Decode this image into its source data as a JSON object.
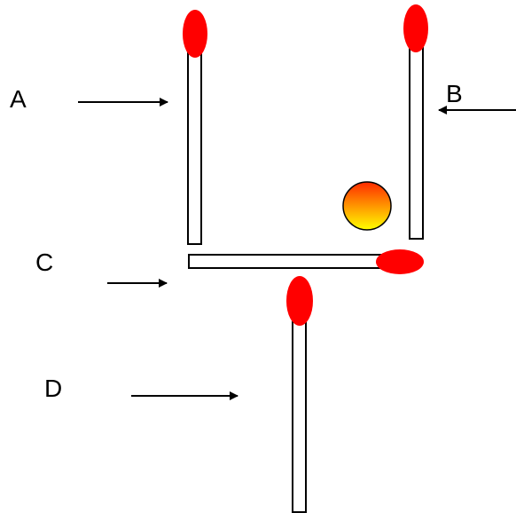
{
  "labels": {
    "a": "A",
    "b": "B",
    "c": "C",
    "d": "D"
  },
  "colors": {
    "match_head": "#ff0000",
    "match_stick_fill": "#ffffff",
    "outline": "#000000",
    "ball_top": "#ff2a00",
    "ball_bottom": "#ffff00"
  }
}
